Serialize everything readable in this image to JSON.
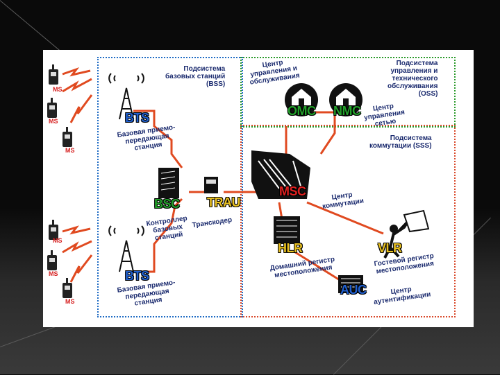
{
  "regions": {
    "bss": "Подсистема\nбазовых станций\n(BSS)",
    "oss": "Подсистема\nуправления и\nтехнического\nобслуживания\n(OSS)",
    "sss": "Подсистема\nкоммутации (SSS)"
  },
  "nodes": {
    "omc_desc": "Центр\nуправления и\nобслуживания",
    "omc": "OMC",
    "nmc": "NMC",
    "nmc_desc": "Центр\nуправления\nсетью",
    "bts": "BTS",
    "bts_desc": "Базовая приемо-\nпередающая\nстанция",
    "bsc": "BSC",
    "bsc_desc": "Контроллер\nбазовых\nстанций",
    "trau": "TRAU",
    "trau_desc": "Транскодер",
    "msc": "MSC",
    "msc_desc": "Центр\nкоммутации",
    "hlr": "HLR",
    "hlr_desc": "Домашний регистр\nместоположения",
    "vlr": "VLR",
    "vlr_desc": "Гостевой регистр\nместоположения",
    "auc": "AUC",
    "auc_desc": "Центр\nаутентификации",
    "ms": "MS"
  },
  "colors": {
    "bss": "#1e6bc4",
    "oss": "#2a9a2a",
    "sss": "#d9482a",
    "link": "#e04a20",
    "ms_label": "#d62020",
    "node_label_green": "#22a02a",
    "node_label_yellow": "#e8c020",
    "node_label_red": "#e02020",
    "node_label_blue": "#2060d0"
  }
}
